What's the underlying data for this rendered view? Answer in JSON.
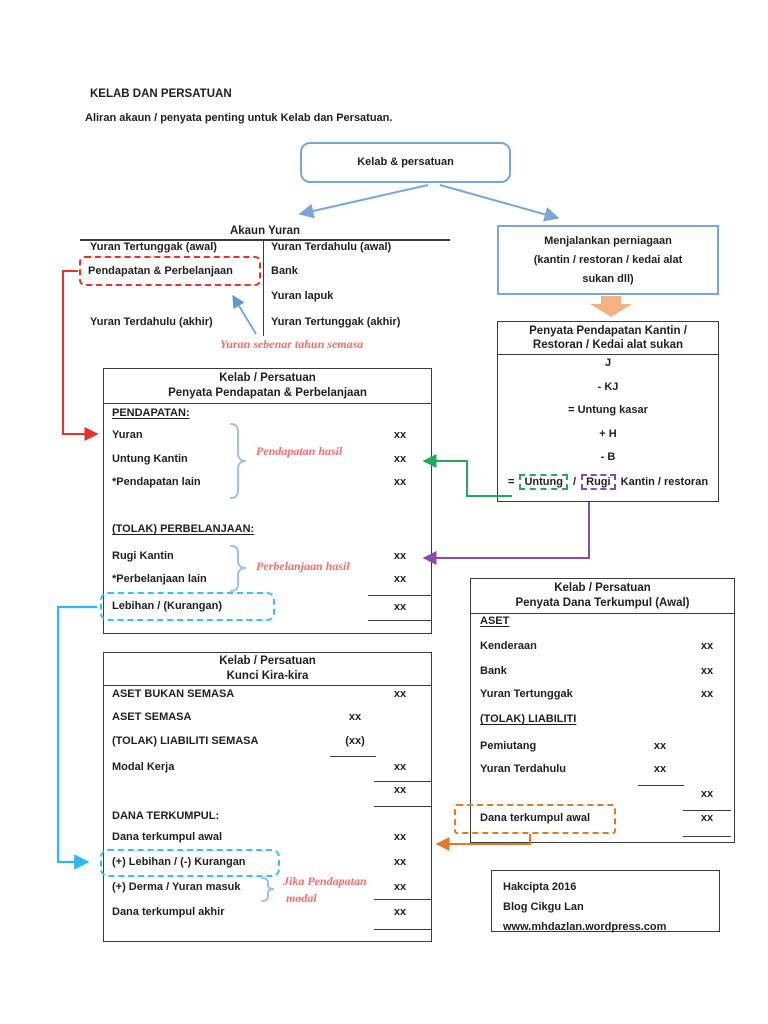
{
  "page": {
    "title": "KELAB DAN PERSATUAN",
    "subtitle": "Aliran akaun / penyata penting untuk Kelab dan Persatuan."
  },
  "root": {
    "label": "Kelab & persatuan"
  },
  "akaun_yuran": {
    "title": "Akaun Yuran",
    "left_items": [
      "Yuran Tertunggak (awal)",
      "Pendapatan & Perbelanjaan",
      "Yuran Terdahulu (akhir)"
    ],
    "right_items": [
      "Yuran Terdahulu (awal)",
      "Bank",
      "Yuran lapuk",
      "Yuran Tertunggak (akhir)"
    ],
    "annotation": "Yuran sebenar tahun semasa"
  },
  "business": {
    "lines": [
      "Menjalankan perniagaan",
      "(kantin / restoran / kedai alat",
      "sukan dll)"
    ]
  },
  "kantin": {
    "title1": "Penyata Pendapatan Kantin /",
    "title2": "Restoran / Kedai alat sukan",
    "rows": [
      "J",
      "- KJ",
      "= Untung kasar",
      "+ H",
      "- B"
    ],
    "result_eq": "=",
    "result_untung": "Untung",
    "result_slash": "/",
    "result_rugi": "Rugi",
    "result_rest": "Kantin / restoran"
  },
  "pnp": {
    "title1": "Kelab / Persatuan",
    "title2": "Penyata Pendapatan & Perbelanjaan",
    "income_header": "PENDAPATAN:",
    "income_rows": [
      {
        "label": "Yuran",
        "value": "xx"
      },
      {
        "label": "Untung Kantin",
        "value": "xx"
      },
      {
        "label": "*Pendapatan lain",
        "value": "xx"
      }
    ],
    "income_note": "Pendapatan hasil",
    "expense_header": "(TOLAK) PERBELANJAAN:",
    "expense_rows": [
      {
        "label": "Rugi Kantin",
        "value": "xx"
      },
      {
        "label": "*Perbelanjaan lain",
        "value": "xx"
      }
    ],
    "expense_note": "Perbelanjaan hasil",
    "surplus": {
      "label": "Lebihan / (Kurangan)",
      "value": "xx"
    }
  },
  "bs": {
    "title1": "Kelab / Persatuan",
    "title2": "Kunci Kira-kira",
    "r_abs": {
      "label": "ASET BUKAN SEMASA",
      "value": "xx"
    },
    "r_as": {
      "label": "ASET SEMASA",
      "value": "xx"
    },
    "r_ls": {
      "label": "(TOLAK) LIABILITI SEMASA",
      "value": "(xx)"
    },
    "r_mk": {
      "label": "Modal Kerja",
      "value": "xx"
    },
    "subtotal": "xx",
    "fund_header": "DANA TERKUMPUL:",
    "r_awal": {
      "label": "Dana terkumpul awal",
      "value": "xx"
    },
    "r_leb": {
      "label": "(+) Lebihan / (-) Kurangan",
      "value": "xx"
    },
    "r_derma": {
      "label": "(+) Derma / Yuran masuk",
      "value": "xx"
    },
    "r_akhir": {
      "label": "Dana terkumpul akhir",
      "value": "xx"
    },
    "note_line1": "Jika Pendapatan",
    "note_line2": "modal"
  },
  "fund": {
    "title1": "Kelab / Persatuan",
    "title2": "Penyata Dana Terkumpul (Awal)",
    "aset_header": "ASET",
    "aset_rows": [
      {
        "label": "Kenderaan",
        "value": "xx"
      },
      {
        "label": "Bank",
        "value": "xx"
      },
      {
        "label": "Yuran Tertunggak",
        "value": "xx"
      }
    ],
    "liab_header": "(TOLAK) LIABILITI",
    "liab_rows": [
      {
        "label": "Pemiutang",
        "value": "xx"
      },
      {
        "label": "Yuran Terdahulu",
        "value": "xx"
      }
    ],
    "subtotal": "xx",
    "total_row": {
      "label": "Dana terkumpul awal",
      "value": "xx"
    }
  },
  "copyright": {
    "lines": [
      "Hakcipta 2016",
      "Blog Cikgu Lan",
      "www.mhdazlan.wordpress.com"
    ]
  },
  "colors": {
    "box_blue": "#7BA7D7",
    "red": "#E8312A",
    "coral_script": "#F2716E",
    "green": "#22A95B",
    "purple": "#8A4CA8",
    "cyan": "#35C4F0",
    "orange": "#DF7B28",
    "orange_arrow_fill": "#F4B183",
    "brace_blue": "#9DC3E6"
  }
}
